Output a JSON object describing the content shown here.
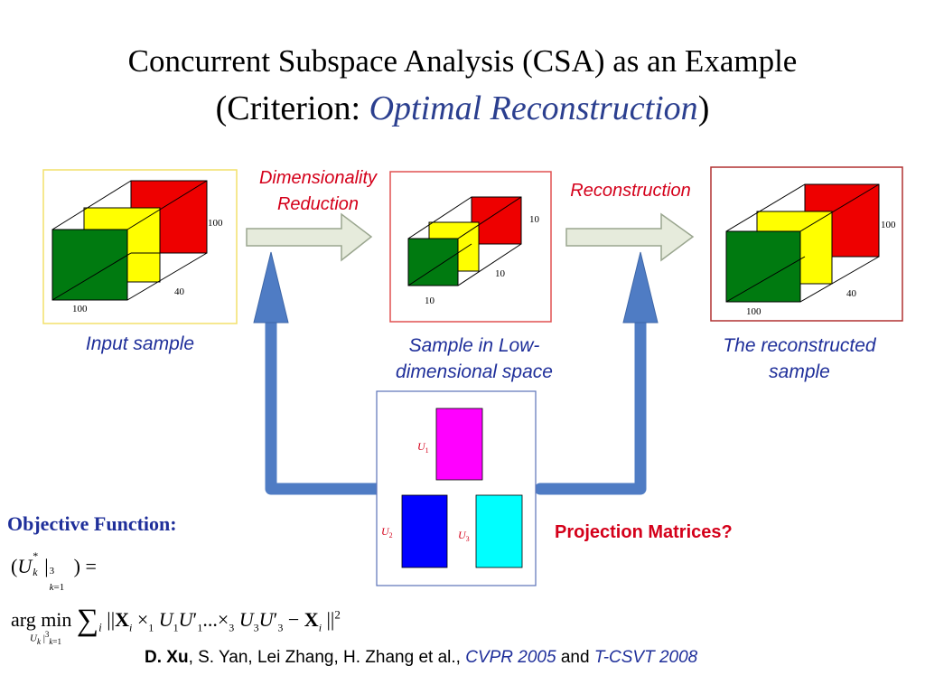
{
  "title": {
    "line1": "Concurrent Subspace Analysis (CSA) as an Example",
    "line2_prefix": "(Criterion: ",
    "line2_em": "Optimal Reconstruction",
    "line2_suffix": ")"
  },
  "stages": {
    "input": {
      "label": "Input sample",
      "dims": [
        "100",
        "40",
        "100"
      ]
    },
    "low": {
      "label_line1": "Sample in Low-",
      "label_line2": "dimensional space",
      "dims": [
        "10",
        "10",
        "10"
      ]
    },
    "recon": {
      "label_line1": "The reconstructed",
      "label_line2": "sample",
      "dims": [
        "100",
        "40",
        "100"
      ]
    }
  },
  "steps": {
    "reduction_line1": "Dimensionality",
    "reduction_line2": "Reduction",
    "reconstruction": "Reconstruction"
  },
  "matrices": {
    "u1": "U1",
    "u2": "U2",
    "u3": "U3",
    "question": "Projection Matrices?"
  },
  "objective": {
    "heading": "Objective Function:"
  },
  "citation": {
    "author_bold": "D. Xu",
    "authors_rest": ", S. Yan, Lei Zhang, H. Zhang et al., ",
    "venue1": "CVPR 2005",
    "and": " and ",
    "venue2": "T-CSVT 2008"
  },
  "colors": {
    "green": "#007a10",
    "yellow": "#ffff00",
    "red": "#ee0000",
    "magenta": "#ff00ff",
    "blue": "#0000ff",
    "cyan": "#00ffff",
    "arrow_blue": "#4f7cc4",
    "label_blue": "#1f2f9a"
  }
}
